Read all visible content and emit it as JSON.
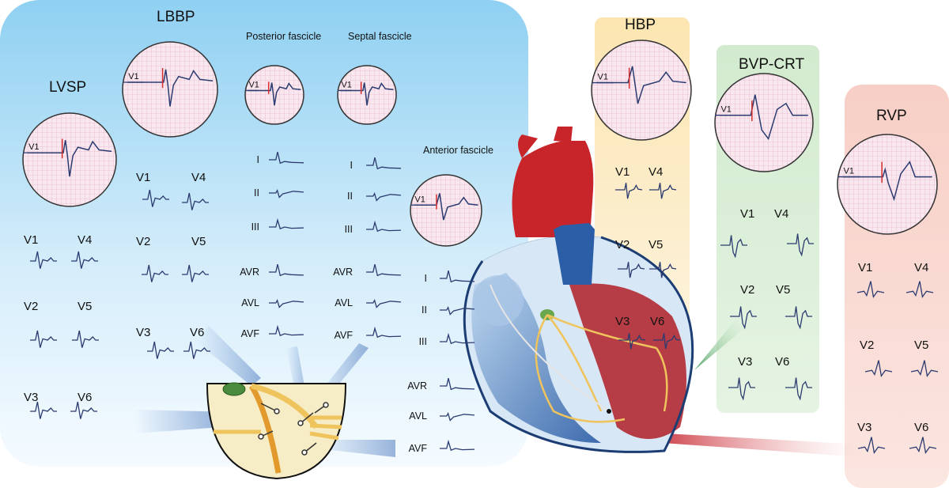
{
  "sections": {
    "lvsp": {
      "title": "LVSP",
      "v1": "V1",
      "leads": [
        "V1",
        "V4",
        "V2",
        "V5",
        "V3",
        "V6"
      ]
    },
    "lbbp": {
      "title": "LBBP",
      "v1": "V1",
      "leads": [
        "V1",
        "V4",
        "V2",
        "V5",
        "V3",
        "V6"
      ]
    },
    "posterior": {
      "title": "Posterior fascicle",
      "v1": "V1",
      "leads": [
        "I",
        "II",
        "III",
        "AVR",
        "AVL",
        "AVF"
      ]
    },
    "septal": {
      "title": "Septal fascicle",
      "v1": "V1",
      "leads": [
        "I",
        "II",
        "III",
        "AVR",
        "AVL",
        "AVF"
      ]
    },
    "anterior": {
      "title": "Anterior fascicle",
      "v1": "V1",
      "leads": [
        "I",
        "II",
        "III",
        "AVR",
        "AVL",
        "AVF"
      ]
    },
    "hbp": {
      "title": "HBP",
      "v1": "V1",
      "leads": [
        "V1",
        "V4",
        "V2",
        "V5",
        "V3",
        "V6"
      ]
    },
    "bvp": {
      "title": "BVP-CRT",
      "v1": "V1",
      "leads": [
        "V1",
        "V4",
        "V2",
        "V5",
        "V3",
        "V6"
      ]
    },
    "rvp": {
      "title": "RVP",
      "v1": "V1",
      "leads": [
        "V1",
        "V4",
        "V2",
        "V5",
        "V3",
        "V6"
      ]
    }
  },
  "colors": {
    "lbbp_panel": "#9fd6f3",
    "hbp_panel": "#fbe7b8",
    "bvp_panel": "#cfe9cc",
    "rvp_panel": "#f6cfc6",
    "ecg_grid": "#e6a6bf",
    "ecg_background": "#f8e7ef",
    "ecg_trace": "#2b3b70",
    "pacing_spike": "#d62e2e",
    "aorta": "#c8252b",
    "vena_cava": "#2c5ea8",
    "conduction_system": "#f0c45c",
    "his_bundle": "#6aa84f"
  }
}
